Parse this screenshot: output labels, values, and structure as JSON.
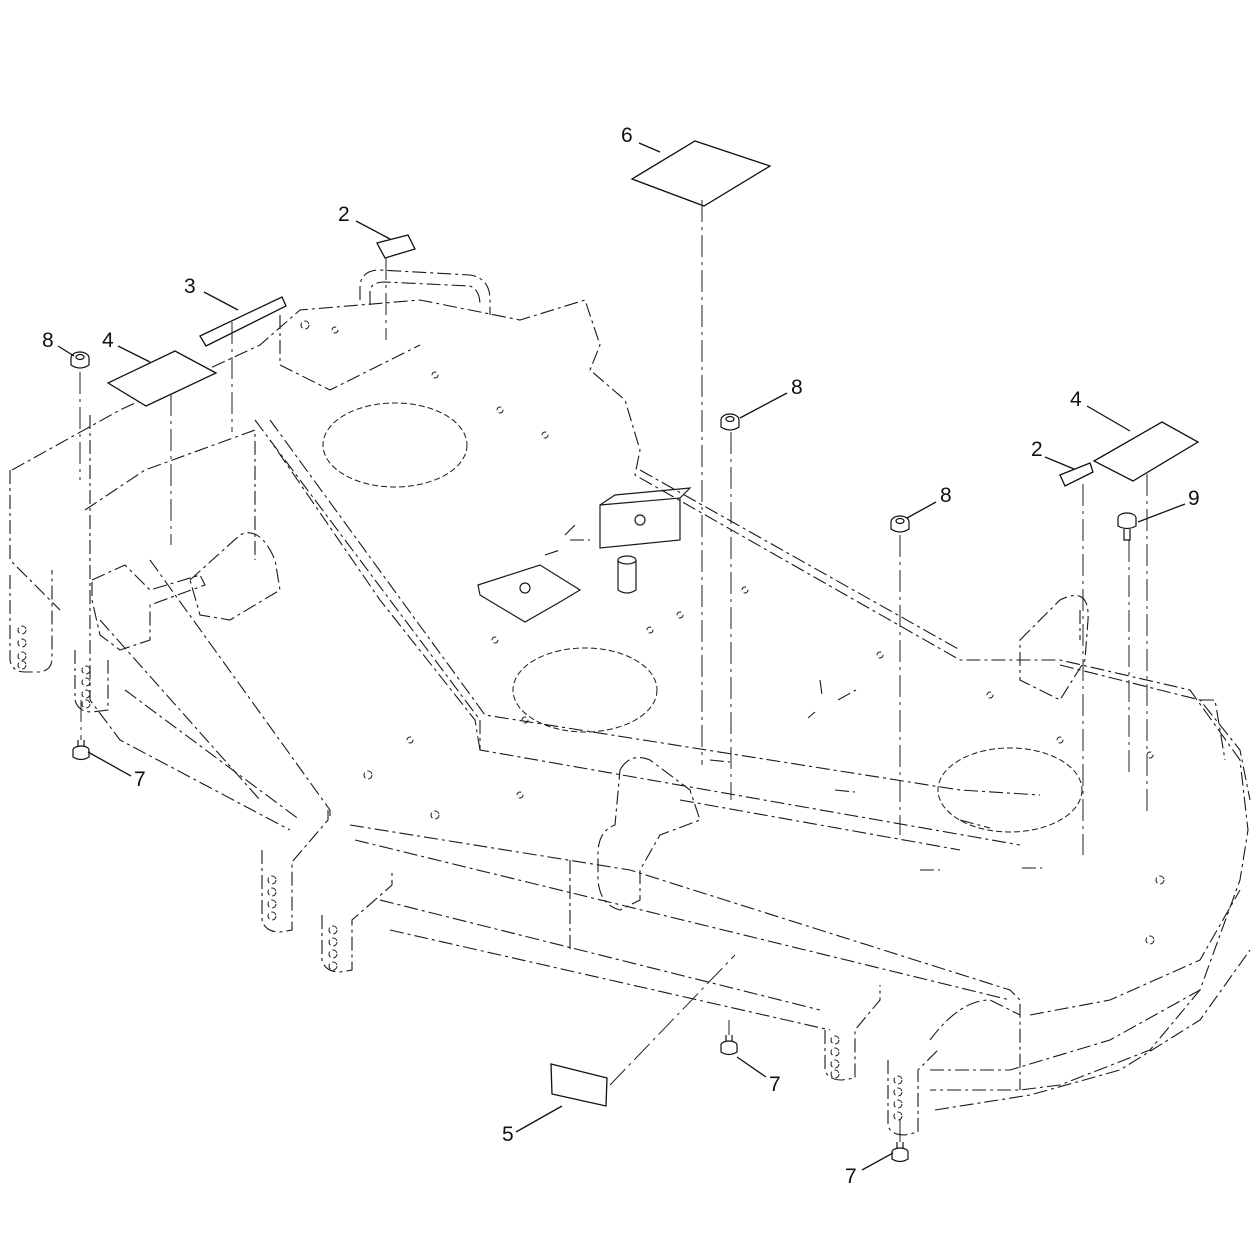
{
  "diagram": {
    "callouts": [
      {
        "id": "c2a",
        "text": "2"
      },
      {
        "id": "c3",
        "text": "3"
      },
      {
        "id": "c8a",
        "text": "8"
      },
      {
        "id": "c4a",
        "text": "4"
      },
      {
        "id": "c6",
        "text": "6"
      },
      {
        "id": "c8b",
        "text": "8"
      },
      {
        "id": "c4b",
        "text": "4"
      },
      {
        "id": "c2b",
        "text": "2"
      },
      {
        "id": "c8c",
        "text": "8"
      },
      {
        "id": "c9",
        "text": "9"
      },
      {
        "id": "c7a",
        "text": "7"
      },
      {
        "id": "c7b",
        "text": "7"
      },
      {
        "id": "c5",
        "text": "5"
      },
      {
        "id": "c7c",
        "text": "7"
      }
    ]
  }
}
